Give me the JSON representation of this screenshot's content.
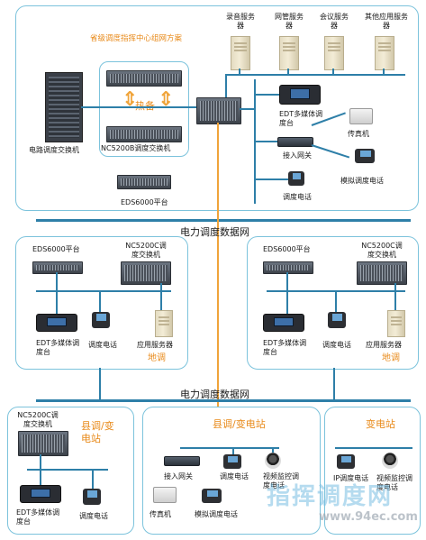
{
  "title": "省级调度指挥中心组网方案",
  "top_servers": [
    "录音服务器",
    "网管服务器",
    "会议服务器",
    "其他应用服务器"
  ],
  "top_center": {
    "circuit_switch": "电路调度交换机",
    "hot_standby": "热备",
    "nc5200b": "NC5200B调度交换机",
    "eds6000": "EDS6000平台",
    "edt_console": "EDT多媒体调度台",
    "access_gateway": "接入网关",
    "fax": "传真机",
    "analog_phone": "模拟调度电话",
    "dispatch_phone": "调度电话"
  },
  "network_label_1": "电力调度数据网",
  "network_label_2": "电力调度数据网",
  "mid_left": {
    "eds6000": "EDS6000平台",
    "nc5200c": "NC5200C调度交换机",
    "edt_console": "EDT多媒体调度台",
    "dispatch_phone": "调度电话",
    "app_server": "应用服务器",
    "region": "地调"
  },
  "mid_right": {
    "eds6000": "EDS6000平台",
    "nc5200c": "NC5200C调度交换机",
    "edt_console": "EDT多媒体调度台",
    "dispatch_phone": "调度电话",
    "app_server": "应用服务器",
    "region": "地调"
  },
  "bottom_left": {
    "nc5200c": "NC5200C调度交换机",
    "region": "县调/变电站",
    "edt_console": "EDT多媒体调度台",
    "dispatch_phone": "调度电话"
  },
  "bottom_mid": {
    "region": "县调/变电站",
    "access_gateway": "接入网关",
    "dispatch_phone": "调度电话",
    "video_phone": "视频监控调度电话",
    "fax": "传真机",
    "analog_phone": "模拟调度电话"
  },
  "bottom_right": {
    "region": "变电站",
    "ip_phone": "IP调度电话",
    "video_phone": "视频监控调度电话"
  },
  "watermark": "指挥调度网",
  "watermark_url": "www.94ec.com"
}
